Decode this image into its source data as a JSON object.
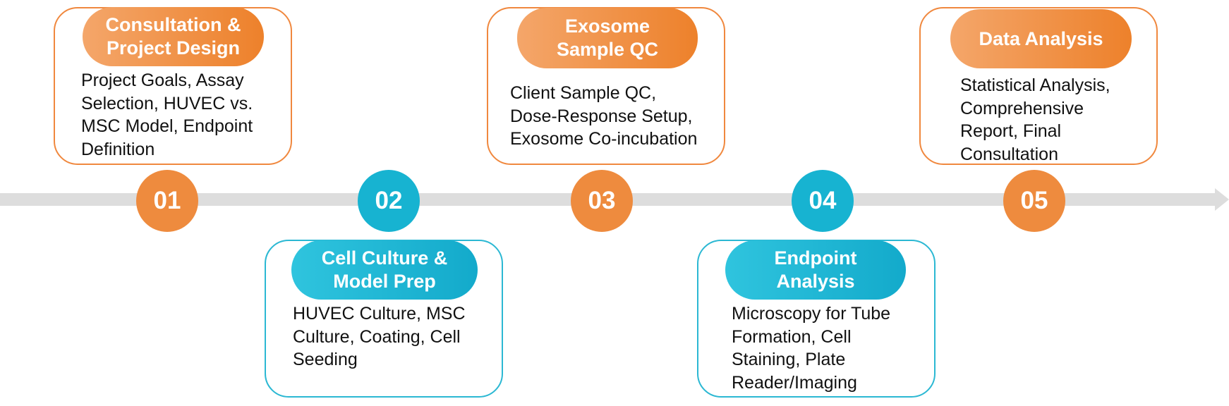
{
  "steps": [
    {
      "number": "01",
      "title": "Consultation &\nProject Design",
      "description": "Project Goals, Assay\nSelection, HUVEC vs.\nMSC Model, Endpoint\nDefinition",
      "color": "orange"
    },
    {
      "number": "02",
      "title": "Cell Culture &\nModel Prep",
      "description": "HUVEC Culture, MSC\nCulture, Coating, Cell\nSeeding",
      "color": "blue"
    },
    {
      "number": "03",
      "title": "Exosome\nSample QC",
      "description": "Client Sample QC,\nDose-Response Setup,\nExosome Co-incubation",
      "color": "orange"
    },
    {
      "number": "04",
      "title": "Endpoint\nAnalysis",
      "description": "Microscopy for Tube\nFormation, Cell\nStaining, Plate\nReader/Imaging",
      "color": "blue"
    },
    {
      "number": "05",
      "title": "Data Analysis",
      "description": "Statistical Analysis,\nComprehensive\nReport, Final\nConsultation",
      "color": "orange"
    }
  ],
  "colors": {
    "orange": "#ee8b3e",
    "blue": "#17b3d1",
    "axis": "#dddddd"
  }
}
